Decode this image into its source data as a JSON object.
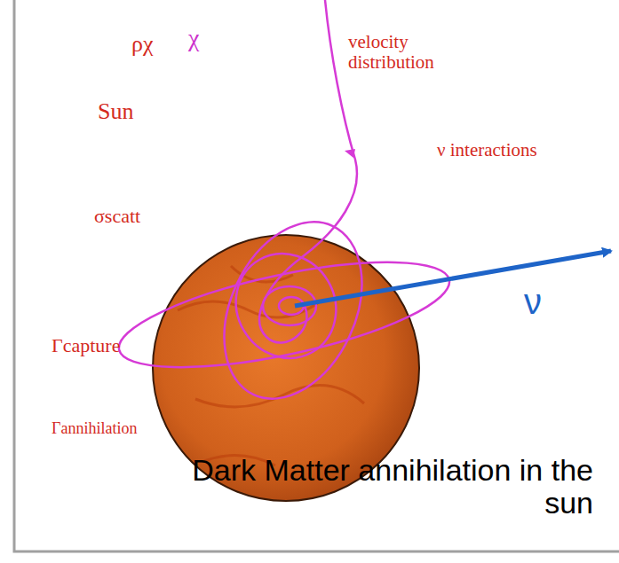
{
  "diagram": {
    "labels": [
      "ρχ",
      "χ",
      "velocity distribution",
      "Sun",
      "ν interactions",
      "σscatt",
      "Γcapture",
      "ν",
      "Γannihilation",
      "Dark Matter annihilation in the sun"
    ]
  }
}
